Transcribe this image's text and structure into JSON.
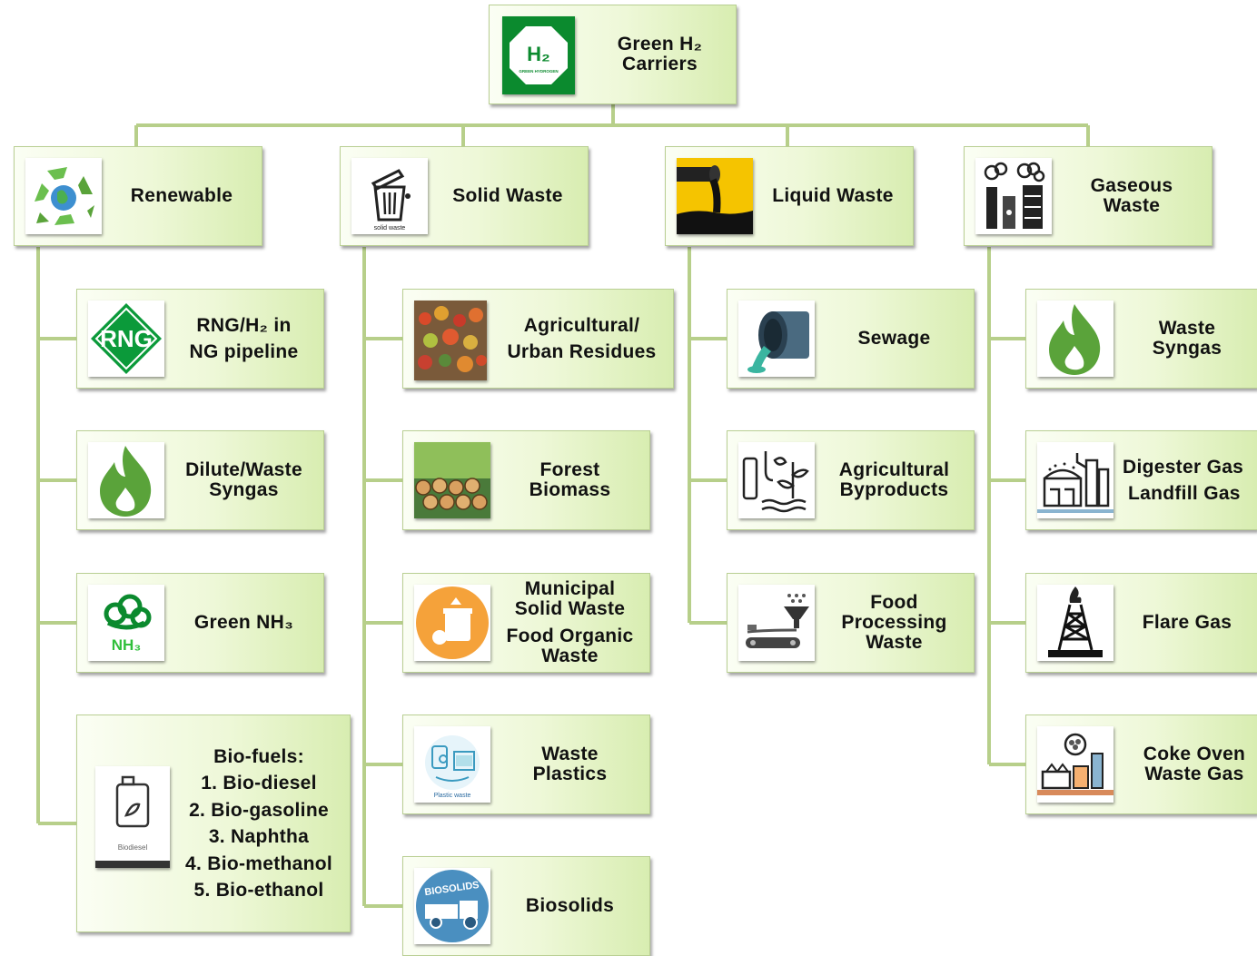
{
  "root": {
    "lines": [
      "Green H₂",
      "Carriers"
    ],
    "logo_text": "H₂",
    "logo_subtext": "GREEN HYDROGEN"
  },
  "categories": [
    {
      "id": "renewable",
      "lines": [
        "Renewable"
      ]
    },
    {
      "id": "solid",
      "lines": [
        "Solid Waste"
      ],
      "icon_caption": "solid waste"
    },
    {
      "id": "liquid",
      "lines": [
        "Liquid Waste"
      ]
    },
    {
      "id": "gaseous",
      "lines": [
        "Gaseous",
        "Waste"
      ]
    }
  ],
  "renewable_items": [
    {
      "lines": [
        "RNG/H₂ in",
        "NG pipeline"
      ],
      "icon_text": "RNG"
    },
    {
      "lines": [
        "Dilute/Waste",
        "Syngas"
      ]
    },
    {
      "lines": [
        "Green NH₃"
      ],
      "icon_text": "NH₃"
    },
    {
      "lines": [
        "Bio-fuels:",
        "1. Bio-diesel",
        "2. Bio-gasoline",
        "3. Naphtha",
        "4. Bio-methanol",
        "5. Bio-ethanol"
      ],
      "icon_caption": "Biodiesel"
    }
  ],
  "solid_items": [
    {
      "lines": [
        "Agricultural/",
        "Urban Residues"
      ]
    },
    {
      "lines": [
        "Forest",
        "Biomass"
      ]
    },
    {
      "lines": [
        "Municipal",
        "Solid Waste",
        "Food Organic",
        "Waste"
      ]
    },
    {
      "lines": [
        "Waste",
        "Plastics"
      ],
      "icon_caption": "Plastic waste"
    },
    {
      "lines": [
        "Biosolids"
      ],
      "icon_text": "BIOSOLIDS"
    }
  ],
  "liquid_items": [
    {
      "lines": [
        "Sewage"
      ]
    },
    {
      "lines": [
        "Agricultural",
        "Byproducts"
      ]
    },
    {
      "lines": [
        "Food",
        "Processing",
        "Waste"
      ]
    }
  ],
  "gaseous_items": [
    {
      "lines": [
        "Waste",
        "Syngas"
      ]
    },
    {
      "lines": [
        "Digester Gas",
        "Landfill Gas"
      ]
    },
    {
      "lines": [
        "Flare Gas"
      ]
    },
    {
      "lines": [
        "Coke Oven",
        "Waste Gas"
      ]
    }
  ],
  "colors": {
    "connector": "#b7cf8a",
    "box_border": "#b9cf93",
    "green_icon": "#5aa33a",
    "dark_green": "#0b8a2e"
  }
}
